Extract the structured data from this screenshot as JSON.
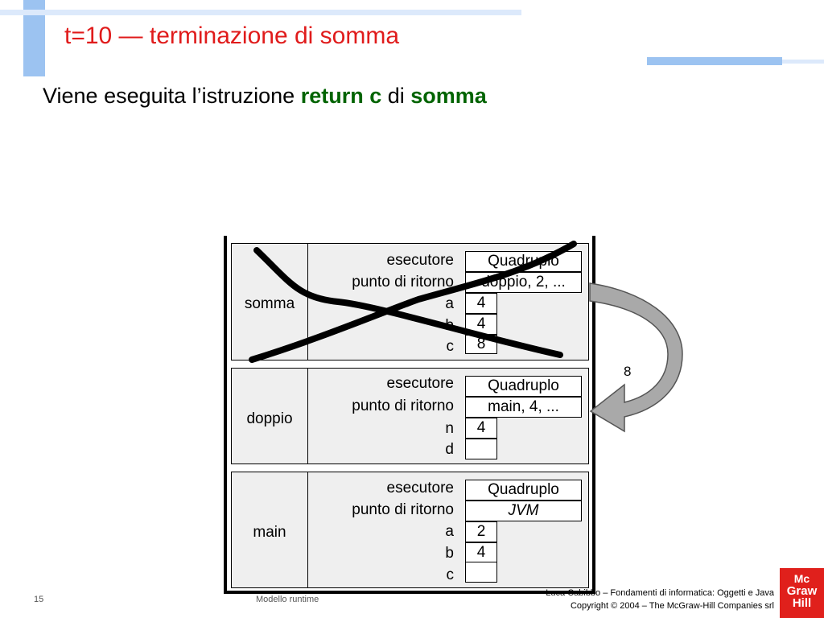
{
  "slide": {
    "title": "t=10 — terminazione di somma",
    "subtitle_prefix": "Viene eseguita l’istruzione ",
    "subtitle_kw1": "return c",
    "subtitle_mid": " di ",
    "subtitle_kw2": "somma"
  },
  "frames": [
    {
      "name": "somma",
      "labels": [
        "esecutore",
        "punto di ritorno",
        "a",
        "b",
        "c"
      ],
      "esecutore": "Quadruplo",
      "ritorno": "doppio, 2, ...",
      "values": [
        "4",
        "4",
        "8"
      ]
    },
    {
      "name": "doppio",
      "labels": [
        "esecutore",
        "punto di ritorno",
        "n",
        "d"
      ],
      "esecutore": "Quadruplo",
      "ritorno": "main, 4, ...",
      "values": [
        "4",
        ""
      ]
    },
    {
      "name": "main",
      "labels": [
        "esecutore",
        "punto di ritorno",
        "a",
        "b",
        "c"
      ],
      "esecutore": "Quadruplo",
      "ritorno": "JVM",
      "values": [
        "2",
        "4",
        ""
      ]
    }
  ],
  "return_arrow_value": "8",
  "footer": {
    "page_number": "15",
    "section": "Modello runtime",
    "credit_line1": "Luca Cabibbo – Fondamenti di informatica: Oggetti e Java",
    "credit_line2": "Copyright © 2004 – The McGraw-Hill Companies srl"
  },
  "logo": {
    "line1": "Mc",
    "line2": "Graw",
    "line3": "Hill"
  },
  "colors": {
    "title": "#e01b1b",
    "keyword": "#006400",
    "frame_bg": "#efefef",
    "band": "#9cc3f1",
    "logo": "#e0201c",
    "arrow": "#a9a9a9"
  }
}
